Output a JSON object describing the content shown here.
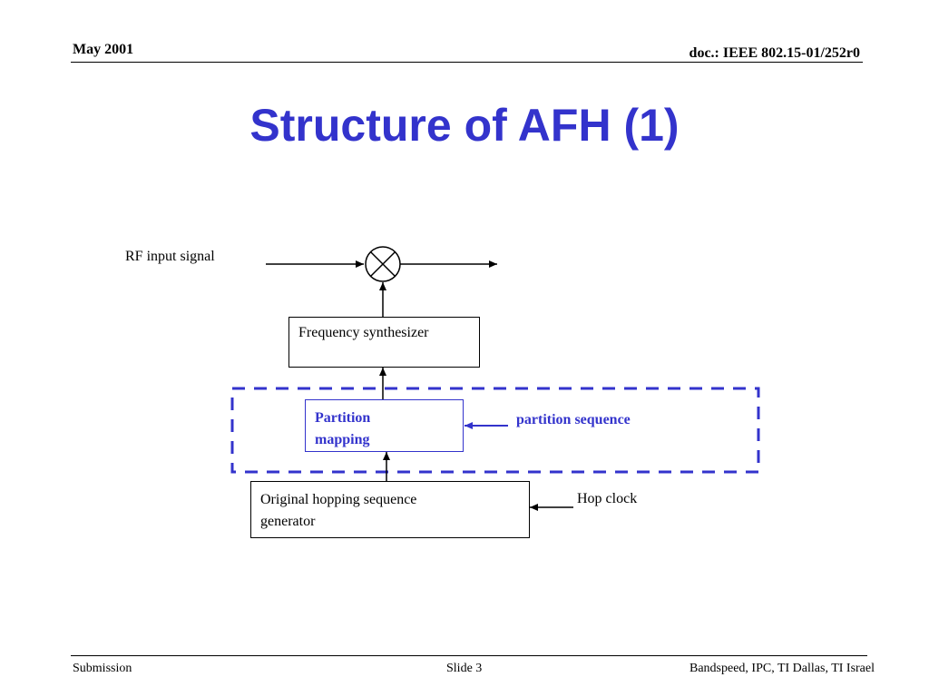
{
  "header": {
    "date": "May 2001",
    "doc_id": "doc.: IEEE 802.15-01/252r0"
  },
  "title": "Structure of AFH (1)",
  "diagram": {
    "rf_input_label": "RF input signal",
    "frequency_synthesizer": "Frequency synthesizer",
    "partition_mapping": "Partition\nmapping",
    "partition_sequence": "partition sequence",
    "generator": "Original hopping sequence\ngenerator",
    "hop_clock": "Hop clock",
    "colors": {
      "accent": "#3333cc",
      "line": "#000000"
    }
  },
  "footer": {
    "left": "Submission",
    "center": "Slide 3",
    "right": "Bandspeed, IPC, TI Dallas, TI Israel"
  }
}
